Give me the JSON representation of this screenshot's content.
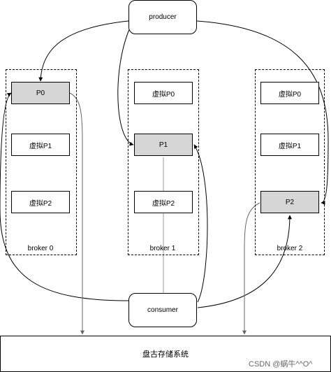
{
  "producer": {
    "label": "producer"
  },
  "consumer": {
    "label": "consumer"
  },
  "brokers": [
    {
      "label": "broker 0",
      "partitions": [
        "P0",
        "虚拟P1",
        "虚拟P2"
      ]
    },
    {
      "label": "broker 1",
      "partitions": [
        "虚拟P0",
        "P1",
        "虚拟P2"
      ]
    },
    {
      "label": "broker 2",
      "partitions": [
        "虚拟P0",
        "虚拟P1",
        "P2"
      ]
    }
  ],
  "storage": {
    "label": "盘古存储系统"
  },
  "watermark": {
    "text": "CSDN @蜗牛^^O^"
  },
  "colors": {
    "real_partition": "#d6d6d6",
    "line": "#000000",
    "thin_line": "#888888"
  }
}
